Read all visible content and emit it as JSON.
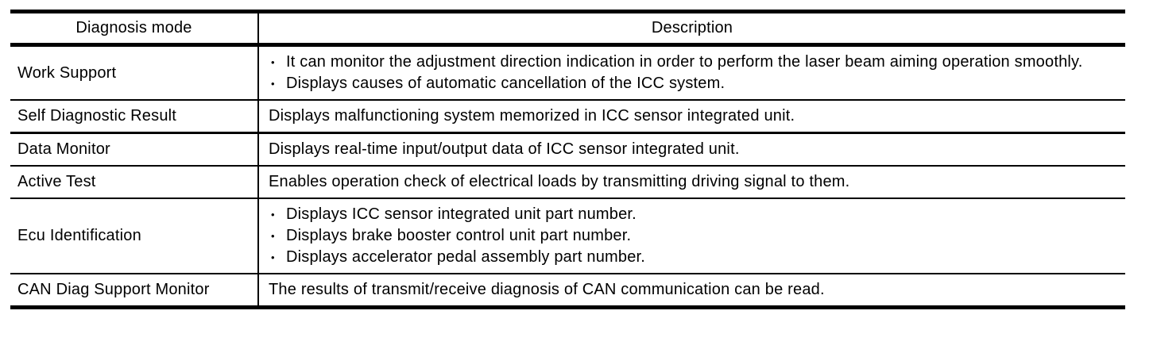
{
  "table": {
    "bullet_char": "•",
    "columns": [
      {
        "label": "Diagnosis mode"
      },
      {
        "label": "Description"
      }
    ],
    "rows": [
      {
        "mode": "Work Support",
        "items": [
          "It can monitor the adjustment direction indication in order to perform the laser beam aiming operation smoothly.",
          "Displays causes of automatic cancellation of the ICC system."
        ]
      },
      {
        "mode": "Self Diagnostic Result",
        "text": "Displays malfunctioning system memorized in ICC sensor integrated unit."
      },
      {
        "mode": "Data Monitor",
        "text": "Displays real-time input/output data of ICC sensor integrated unit."
      },
      {
        "mode": "Active Test",
        "text": "Enables operation check of electrical loads by transmitting driving signal to them."
      },
      {
        "mode": "Ecu Identification",
        "items": [
          "Displays ICC sensor integrated unit part number.",
          "Displays brake booster control unit part number.",
          "Displays accelerator pedal assembly part number."
        ]
      },
      {
        "mode": "CAN Diag Support Monitor",
        "text": "The results of transmit/receive diagnosis of CAN communication can be read."
      }
    ]
  }
}
